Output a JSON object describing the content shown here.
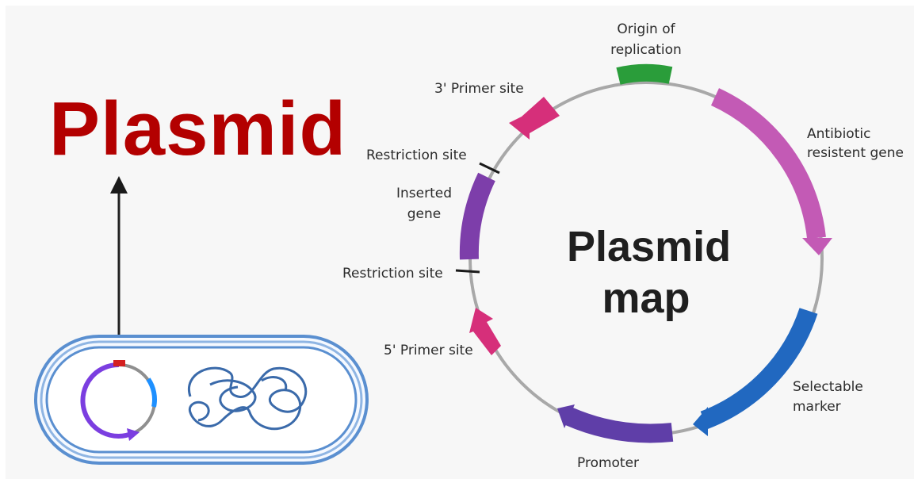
{
  "title": "Plasmid",
  "map_title_line1": "Plasmid",
  "map_title_line2": "map",
  "labels": {
    "origin_line1": "Origin of",
    "origin_line2": "replication",
    "primer3": "3' Primer site",
    "restriction_top": "Restriction site",
    "inserted_line1": "Inserted",
    "inserted_line2": "gene",
    "restriction_bottom": "Restriction site",
    "primer5": "5' Primer site",
    "promoter": "Promoter",
    "antibiotic_line1": "Antibiotic",
    "antibiotic_line2": "resistent gene",
    "selectable_line1": "Selectable",
    "selectable_line2": "marker"
  },
  "colors": {
    "title": "#b30000",
    "origin": "#2a9d3a",
    "primer": "#d62f7a",
    "inserted_gene": "#7d3eaa",
    "antibiotic_gene": "#c35ab5",
    "selectable_marker": "#2168c0",
    "promoter": "#5f3ea8",
    "backbone": "#a8a8a8",
    "cell_membrane": "#5a8fd0",
    "chromosome": "#3a6aaa"
  }
}
